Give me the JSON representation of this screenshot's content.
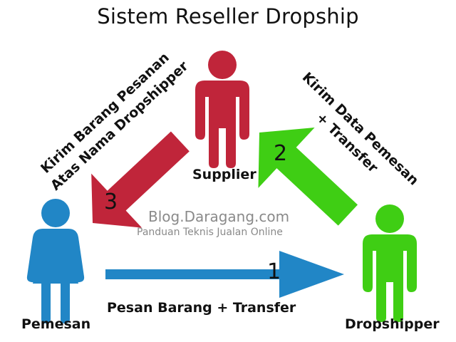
{
  "title": "Sistem Reseller Dropship",
  "actors": {
    "supplier": {
      "label": "Supplier",
      "icon": "male-person-icon",
      "color": "#c0253a"
    },
    "pemesan": {
      "label": "Pemesan",
      "icon": "female-person-icon",
      "color": "#2186c6"
    },
    "dropshipper": {
      "label": "Dropshipper",
      "icon": "male-person-icon",
      "color": "#3fce14"
    }
  },
  "flows": [
    {
      "step": "1",
      "label": "Pesan Barang + Transfer",
      "from": "pemesan",
      "to": "dropshipper",
      "color": "#2186c6"
    },
    {
      "step": "2",
      "label_lines": [
        "Kirim Data Pemesan",
        "+ Transfer"
      ],
      "from": "dropshipper",
      "to": "supplier",
      "color": "#3fce14"
    },
    {
      "step": "3",
      "label_lines": [
        "Kirim Barang Pesanan",
        "Atas Nama Dropshipper"
      ],
      "from": "supplier",
      "to": "pemesan",
      "color": "#c0253a"
    }
  ],
  "watermark": {
    "site": "Blog.Daragang.com",
    "tagline": "Panduan Teknis Jualan Online"
  }
}
